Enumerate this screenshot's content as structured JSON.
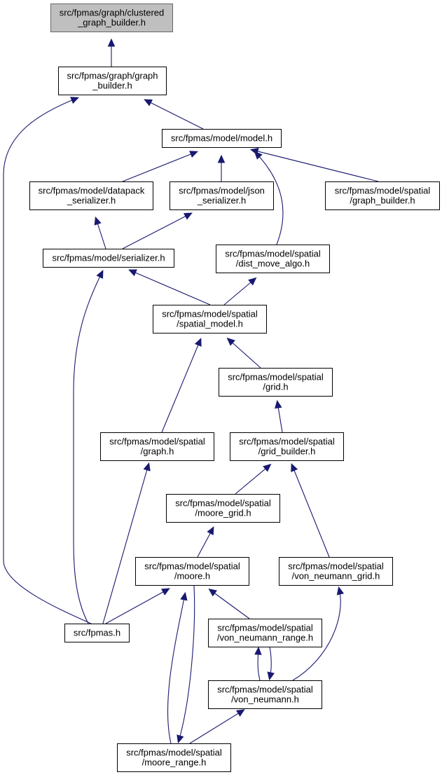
{
  "diagram": {
    "current_node": "n0",
    "edge_color": "#191970",
    "node_fill": "#ffffff",
    "current_node_fill": "#bfbfbf",
    "nodes": [
      {
        "id": "n0",
        "lines": [
          "src/fpmas/graph/clustered",
          "_graph_builder.h"
        ]
      },
      {
        "id": "n1",
        "lines": [
          "src/fpmas/graph/graph",
          "_builder.h"
        ]
      },
      {
        "id": "n2",
        "lines": [
          "src/fpmas/model/model.h"
        ]
      },
      {
        "id": "n3",
        "lines": [
          "src/fpmas/model/datapack",
          "_serializer.h"
        ]
      },
      {
        "id": "n4",
        "lines": [
          "src/fpmas/model/json",
          "_serializer.h"
        ]
      },
      {
        "id": "n5",
        "lines": [
          "src/fpmas/model/spatial",
          "/graph_builder.h"
        ]
      },
      {
        "id": "n6",
        "lines": [
          "src/fpmas/model/serializer.h"
        ]
      },
      {
        "id": "n7",
        "lines": [
          "src/fpmas/model/spatial",
          "/dist_move_algo.h"
        ]
      },
      {
        "id": "n8",
        "lines": [
          "src/fpmas/model/spatial",
          "/spatial_model.h"
        ]
      },
      {
        "id": "n9",
        "lines": [
          "src/fpmas/model/spatial",
          "/grid.h"
        ]
      },
      {
        "id": "n10",
        "lines": [
          "src/fpmas/model/spatial",
          "/graph.h"
        ]
      },
      {
        "id": "n11",
        "lines": [
          "src/fpmas/model/spatial",
          "/grid_builder.h"
        ]
      },
      {
        "id": "n12",
        "lines": [
          "src/fpmas/model/spatial",
          "/moore_grid.h"
        ]
      },
      {
        "id": "n13",
        "lines": [
          "src/fpmas/model/spatial",
          "/moore.h"
        ]
      },
      {
        "id": "n14",
        "lines": [
          "src/fpmas/model/spatial",
          "/von_neumann_grid.h"
        ]
      },
      {
        "id": "n15",
        "lines": [
          "src/fpmas.h"
        ]
      },
      {
        "id": "n16",
        "lines": [
          "src/fpmas/model/spatial",
          "/von_neumann_range.h"
        ]
      },
      {
        "id": "n17",
        "lines": [
          "src/fpmas/model/spatial",
          "/von_neumann.h"
        ]
      },
      {
        "id": "n18",
        "lines": [
          "src/fpmas/model/spatial",
          "/moore_range.h"
        ]
      }
    ],
    "edges": [
      {
        "from": "n1",
        "to": "n0"
      },
      {
        "from": "n15",
        "to": "n1"
      },
      {
        "from": "n2",
        "to": "n1"
      },
      {
        "from": "n3",
        "to": "n2"
      },
      {
        "from": "n4",
        "to": "n2"
      },
      {
        "from": "n7",
        "to": "n2"
      },
      {
        "from": "n5",
        "to": "n2"
      },
      {
        "from": "n6",
        "to": "n3"
      },
      {
        "from": "n6",
        "to": "n4"
      },
      {
        "from": "n15",
        "to": "n6"
      },
      {
        "from": "n8",
        "to": "n6"
      },
      {
        "from": "n8",
        "to": "n7"
      },
      {
        "from": "n10",
        "to": "n8"
      },
      {
        "from": "n9",
        "to": "n8"
      },
      {
        "from": "n11",
        "to": "n9"
      },
      {
        "from": "n15",
        "to": "n10"
      },
      {
        "from": "n12",
        "to": "n11"
      },
      {
        "from": "n14",
        "to": "n11"
      },
      {
        "from": "n13",
        "to": "n12"
      },
      {
        "from": "n15",
        "to": "n13"
      },
      {
        "from": "n18",
        "to": "n13"
      },
      {
        "from": "n13",
        "to": "n18"
      },
      {
        "from": "n16",
        "to": "n13"
      },
      {
        "from": "n17",
        "to": "n14"
      },
      {
        "from": "n17",
        "to": "n16"
      },
      {
        "from": "n16",
        "to": "n17"
      },
      {
        "from": "n18",
        "to": "n17"
      }
    ]
  }
}
